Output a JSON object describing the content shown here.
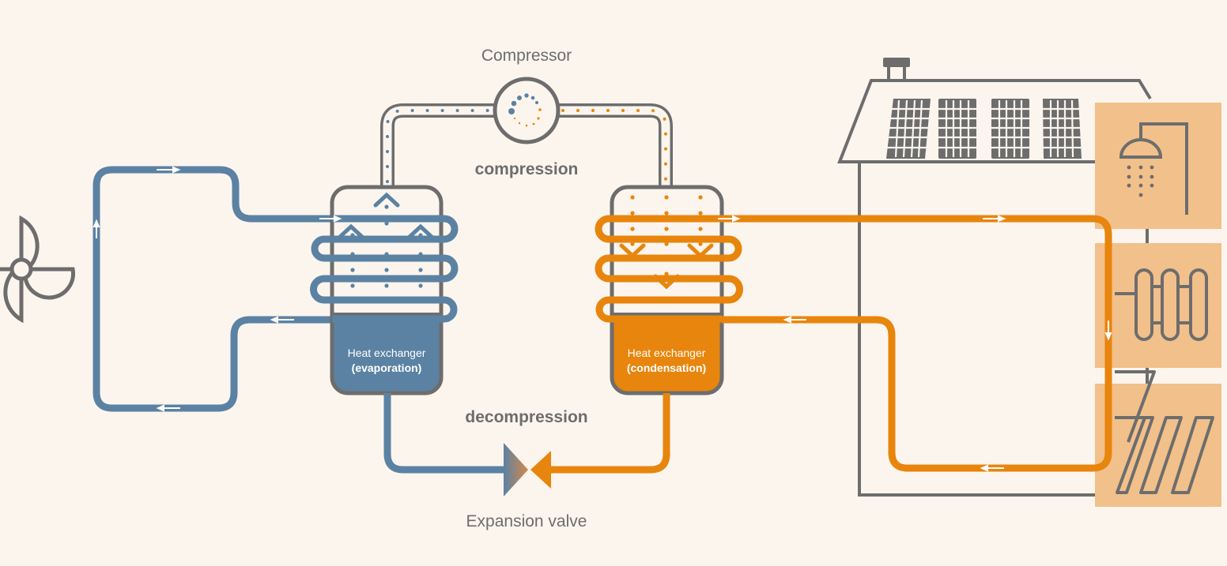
{
  "labels": {
    "compressor": "Compressor",
    "compression": "compression",
    "decompression": "decompression",
    "expansion_valve": "Expansion valve",
    "evaporator_line1": "Heat exchanger",
    "evaporator_line2": "(evaporation)",
    "condenser_line1": "Heat exchanger",
    "condenser_line2": "(condensation)"
  },
  "colors": {
    "background": "#fcf5ee",
    "cold_circuit": "#5b82a3",
    "hot_circuit": "#e8850c",
    "outline": "#6d6d6d",
    "consumer_panel": "#f2c08a"
  },
  "icons": [
    "fan-icon",
    "compressor-icon",
    "expansion-valve-icon",
    "house-icon",
    "solar-panel-icon",
    "shower-icon",
    "radiator-icon",
    "underfloor-heating-icon",
    "flow-arrow-icon"
  ]
}
